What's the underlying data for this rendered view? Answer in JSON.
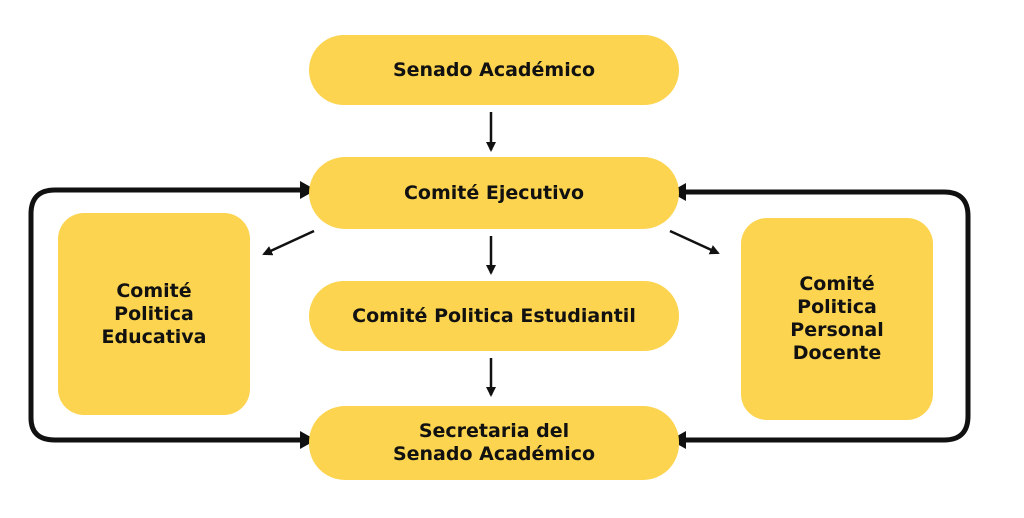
{
  "colors": {
    "node_fill": "#fcd44f",
    "text": "#111111",
    "connector": "#111111",
    "background": "#ffffff"
  },
  "nodes": {
    "senado": {
      "label": "Senado Académico"
    },
    "ejecutivo": {
      "label": "Comité Ejecutivo"
    },
    "estudiantil": {
      "label": "Comité Politica Estudiantil"
    },
    "educativa": {
      "label": "Comité\nPolitica\nEducativa"
    },
    "docente": {
      "label": "Comité\nPolitica\nPersonal\nDocente"
    },
    "secretaria": {
      "label": "Secretaria del\nSenado Académico"
    }
  }
}
